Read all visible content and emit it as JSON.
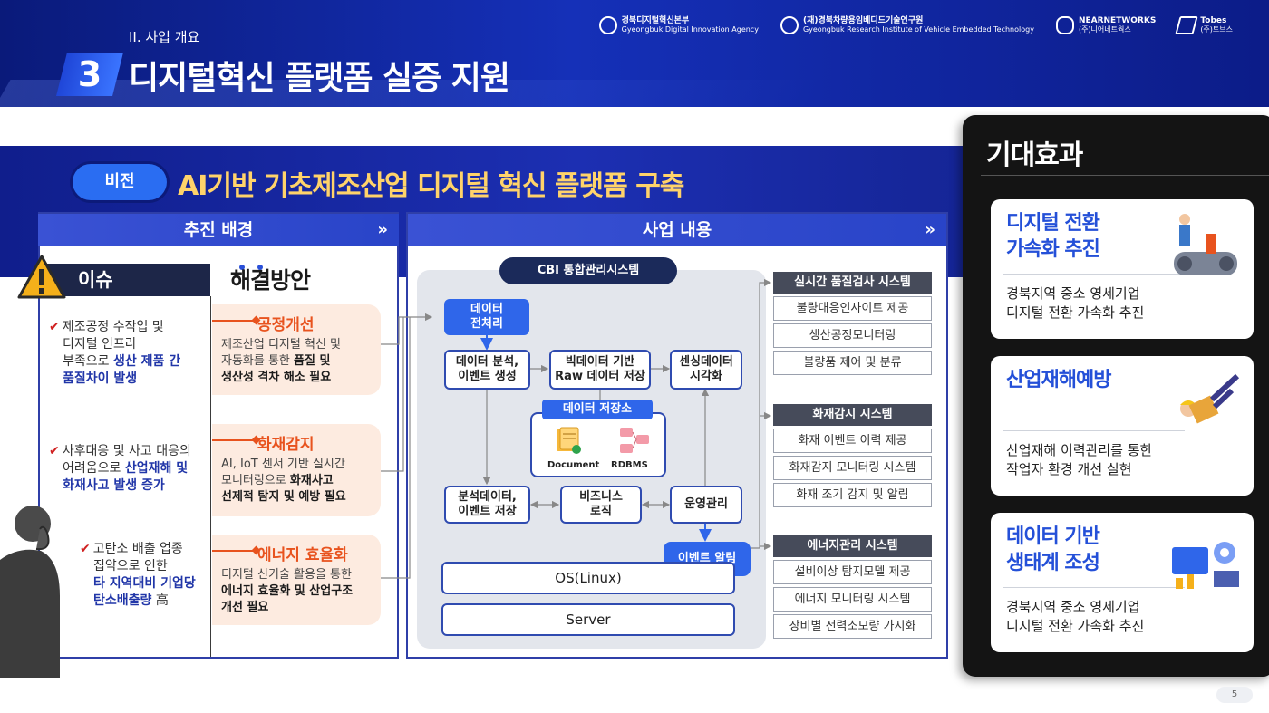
{
  "header": {
    "subtitle": "II. 사업 개요",
    "section_number": "3",
    "title": "디지털혁신 플랫폼 실증 지원",
    "logos": [
      {
        "name": "경북디지털혁신본부",
        "sub": "Gyeongbuk Digital Innovation Agency"
      },
      {
        "name": "(재)경북차량용임베디드기술연구원",
        "sub": "Gyeongbuk Research Institute of Vehicle Embedded Technology"
      },
      {
        "name": "NEARNETWORKS",
        "sub": "(주)니어네트웍스"
      },
      {
        "name": "Tobes",
        "sub": "(주)토브스"
      }
    ]
  },
  "vision": {
    "label": "비전",
    "text": "AI기반 기초제조산업 디지털 혁신 플랫폼 구축"
  },
  "background_panel": {
    "title": "추진 배경",
    "issue_label": "이슈",
    "solution_label": "해결방안",
    "issues": [
      {
        "lines": [
          "제조공정 수작업 및",
          "디지털 인프라",
          "부족으로 "
        ],
        "bold": [
          "생산 제품 간",
          "품질차이 발생"
        ]
      },
      {
        "lines": [
          "사후대응 및 사고 대응의",
          "어려움으로 "
        ],
        "bold": [
          "산업재해 및",
          "화재사고 발생 증가"
        ]
      },
      {
        "lines": [
          "고탄소 배출 업종",
          "집약으로 인한"
        ],
        "bold": [
          "타 지역대비 기업당",
          "탄소배출량"
        ],
        "suffix": "高"
      }
    ],
    "solutions": [
      {
        "title": "공정개선",
        "lines": [
          "제조산업 디지털 혁신 및",
          "자동화를 통한 "
        ],
        "bold": [
          "품질 및",
          "생산성 격차 해소 필요"
        ]
      },
      {
        "title": "화재감지",
        "lines": [
          "AI, IoT 센서 기반 실시간",
          "모니터링으로 "
        ],
        "bold": [
          "화재사고",
          "선제적 탐지 및 예방 필요"
        ]
      },
      {
        "title": "에너지 효율화",
        "lines": [
          "디지털 신기술 활용을 통한"
        ],
        "bold": [
          "에너지 효율화 및 산업구조",
          "개선 필요"
        ]
      }
    ]
  },
  "business_panel": {
    "title": "사업 내용",
    "cbi": "CBI 통합관리시스템",
    "nodes": {
      "preprocess": "데이터\n전처리",
      "analysis": "데이터 분석,\n이벤트 생성",
      "bigdata": "빅데이터 기반\nRaw 데이터 저장",
      "sensing": "센싱데이터\n시각화",
      "storage": "데이터 저장소",
      "document": "Document",
      "rdbms": "RDBMS",
      "analysis_store": "분석데이터,\n이벤트 저장",
      "business_logic": "비즈니스\n로직",
      "operation": "운영관리",
      "event_alert": "이벤트 알림",
      "os": "OS(Linux)",
      "server": "Server"
    },
    "systems": [
      {
        "title": "실시간 품질검사 시스템",
        "items": [
          "불량대응인사이트 제공",
          "생산공정모니터링",
          "불량품 제어 및 분류"
        ]
      },
      {
        "title": "화재감시 시스템",
        "items": [
          "화재 이벤트 이력  제공",
          "화재감지 모니터링 시스템",
          "화재 조기 감지 및 알림"
        ]
      },
      {
        "title": "에너지관리 시스템",
        "items": [
          "설비이상 탐지모델 제공",
          "에너지 모니터링 시스템",
          "장비별 전력소모량 가시화"
        ]
      }
    ]
  },
  "effects": {
    "title": "기대효과",
    "cards": [
      {
        "title": [
          "디지털 전환",
          "가속화 추진"
        ],
        "desc": [
          "경북지역 중소 영세기업",
          "디지털 전환 가속화 추진"
        ]
      },
      {
        "title": [
          "산업재해예방"
        ],
        "desc": [
          "산업재해 이력관리를 통한",
          "작업자 환경 개선 실현"
        ]
      },
      {
        "title": [
          "데이터 기반",
          "생태계 조성"
        ],
        "desc": [
          "경북지역 중소 영세기업",
          "디지털 전환 가속화 추진"
        ]
      }
    ]
  },
  "page_number": "5",
  "colors": {
    "header_blue": "#1530b8",
    "accent_blue": "#2f66ea",
    "orange": "#e8531e",
    "dark": "#141414"
  }
}
